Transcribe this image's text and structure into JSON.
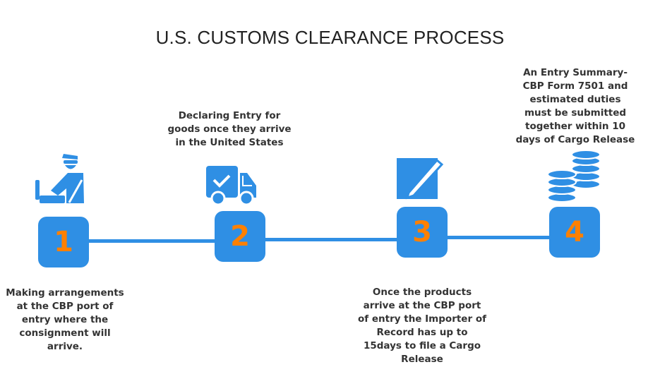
{
  "title": "U.S. CUSTOMS CLEARANCE PROCESS",
  "steps": [
    {
      "number": "1",
      "icon": "customs-officer-icon",
      "text": "Making arrangements at the CBP port of entry where the consignment will arrive."
    },
    {
      "number": "2",
      "icon": "delivery-truck-check-icon",
      "text": "Declaring Entry for goods once they arrive in the United States"
    },
    {
      "number": "3",
      "icon": "edit-form-icon",
      "text": "Once the products arrive at the CBP port of entry the Importer of Record has up to 15days to file a Cargo Release"
    },
    {
      "number": "4",
      "icon": "coin-stacks-icon",
      "text": "An Entry Summary- CBP Form 7501 and estimated duties must be submitted together within 10 days of Cargo Release"
    }
  ],
  "colors": {
    "accent": "#2f8fe4",
    "number": "#ff8000"
  }
}
